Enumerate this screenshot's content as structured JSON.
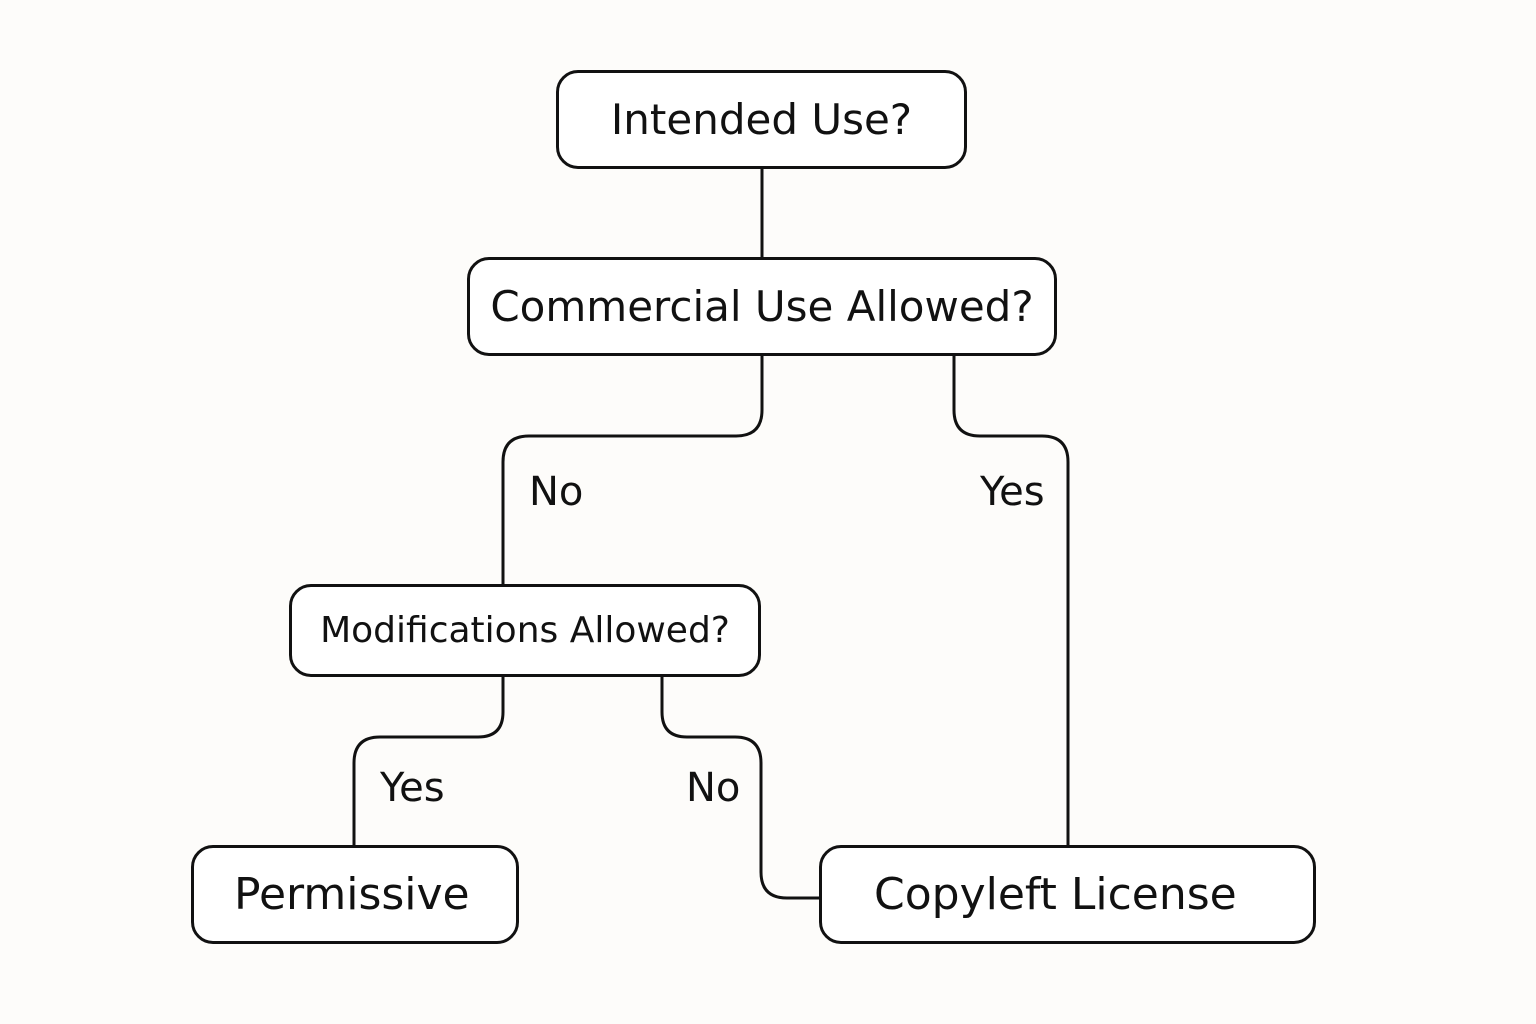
{
  "nodes": {
    "intended_use": "Intended Use?",
    "commercial_use": "Commercial Use Allowed?",
    "modifications": "Modifications Allowed?",
    "permissive": "Permissive",
    "copyleft": "Copyleft License"
  },
  "edges": {
    "commercial_no": "No",
    "commercial_yes": "Yes",
    "modifications_yes": "Yes",
    "modifications_no": "No"
  },
  "colors": {
    "stroke": "#111111",
    "background": "#fdfcfa",
    "node_fill": "#ffffff"
  }
}
